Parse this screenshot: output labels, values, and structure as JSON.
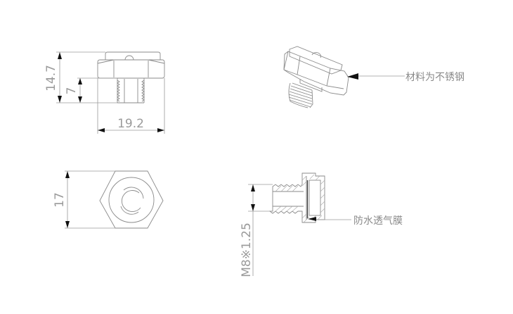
{
  "diagram": {
    "type": "mechanical-drawing",
    "subject": "breather vent plug (hex head, M8 thread)",
    "views": [
      {
        "name": "front-view",
        "dimensions": {
          "overall_height": "14.7",
          "thread_length": "7",
          "across_corners_width": "19.2"
        }
      },
      {
        "name": "isometric-view",
        "callout": "材料为不锈钢"
      },
      {
        "name": "top-view",
        "dimensions": {
          "across_flats": "17"
        }
      },
      {
        "name": "section-view",
        "dimensions": {
          "thread_spec": "M8※1.25"
        },
        "callout": "防水透气膜"
      }
    ]
  },
  "labels": {
    "dim_overall_height": "14.7",
    "dim_thread_length": "7",
    "dim_width": "19.2",
    "dim_across_flats": "17",
    "dim_thread_spec": "M8※1.25",
    "callout_material": "材料为不锈钢",
    "callout_membrane": "防水透气膜"
  },
  "colors": {
    "line": "#8a8a8a",
    "dimension": "#9a9a9a",
    "arrow": "#111111",
    "background": "#ffffff"
  }
}
